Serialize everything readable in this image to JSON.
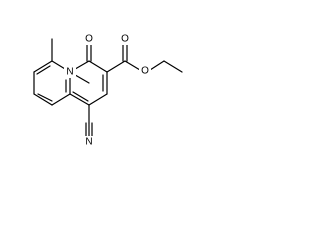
{
  "molecule": {
    "atoms": {
      "ring_nitrogen": "N",
      "carbonyl_oxygen": "O",
      "ester_ether_oxygen": "O",
      "ester_carbonyl_oxygen": "O",
      "nitrile_nitrogen": "N"
    }
  }
}
